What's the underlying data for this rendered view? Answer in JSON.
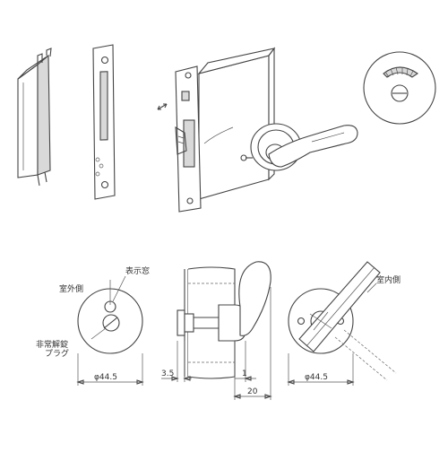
{
  "labels": {
    "outside": "室外側",
    "indicator": "表示窓",
    "emergency_line1": "非常解錠",
    "emergency_line2": "プラグ",
    "inside": "室内側"
  },
  "dimensions": {
    "dia_left": "φ44.5",
    "dia_right": "φ44.5",
    "d_3_5": "3.5",
    "d_1": "1",
    "d_20": "20"
  }
}
